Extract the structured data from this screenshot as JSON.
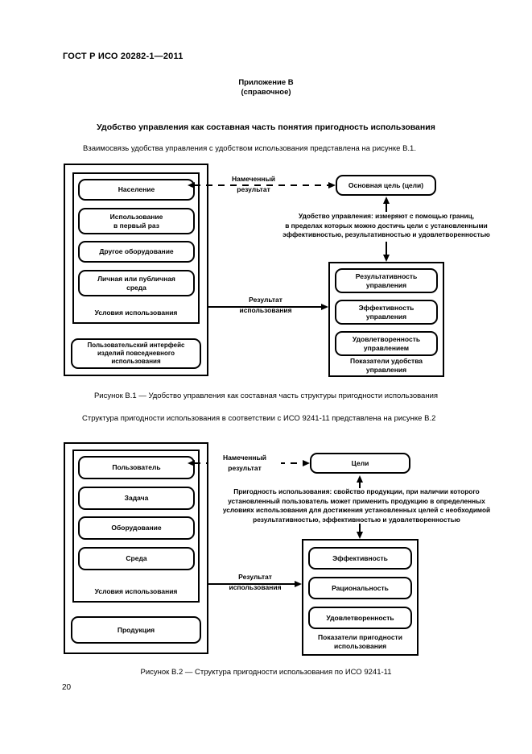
{
  "doc": {
    "header": "ГОСТ Р ИСО 20282-1—2011",
    "annex": {
      "title": "Приложение В",
      "subtitle": "(справочное)"
    },
    "section_title": "Удобство управления как составная часть понятия пригодность использования",
    "intro_fig1": "Взаимосвязь удобства управления с удобством использования представлена на рисунке В.1.",
    "caption_fig1": "Рисунок В.1 — Удобство управления как составная часть структуры пригодности использования",
    "intro_fig2": "Структура пригодности использования в соответствии с ИСО 9241-11 представлена на рисунке В.2",
    "caption_fig2": "Рисунок В.2 — Структура пригодности использования по ИСО 9241-11",
    "page_number": "20"
  },
  "fig1": {
    "context": {
      "items": [
        "Население",
        "Использование\nв первый раз",
        "Другое оборудование",
        "Личная или публичная\nсреда"
      ],
      "label": "Условия использования"
    },
    "user_interface": "Пользовательский интерфейс\nизделий повседневного\nиспользования",
    "goal": "Основная цель (цели)",
    "intended_result": "Намеченный\nрезультат",
    "definition": "Удобство управления: измеряют с помощью границ,\nв пределах которых можно достичь цели с установленными\nэффективностью, результативностью и удовлетворенностью",
    "usage_result": "Результат\nиспользования",
    "indicators": {
      "items": [
        "Результативность\nуправления",
        "Эффективность\nуправления",
        "Удовлетворенность\nуправлением"
      ],
      "label": "Показатели удобства\nуправления"
    }
  },
  "fig2": {
    "context": {
      "items": [
        "Пользователь",
        "Задача",
        "Оборудование",
        "Среда"
      ],
      "label": "Условия использования"
    },
    "product": "Продукция",
    "goal": "Цели",
    "intended_result": "Намеченный\nрезультат",
    "definition": "Пригодность использования: свойство продукции, при наличии которого\nустановленный пользователь может применить продукцию в определенных\nусловиях использования для достижения установленных целей с необходимой\nрезультативностью, эффективностью и удовлетворенностью",
    "usage_result": "Результат\nиспользования",
    "indicators": {
      "items": [
        "Эффективность",
        "Рациональность",
        "Удовлетворенность"
      ],
      "label": "Показатели пригодности\nиспользования"
    }
  }
}
